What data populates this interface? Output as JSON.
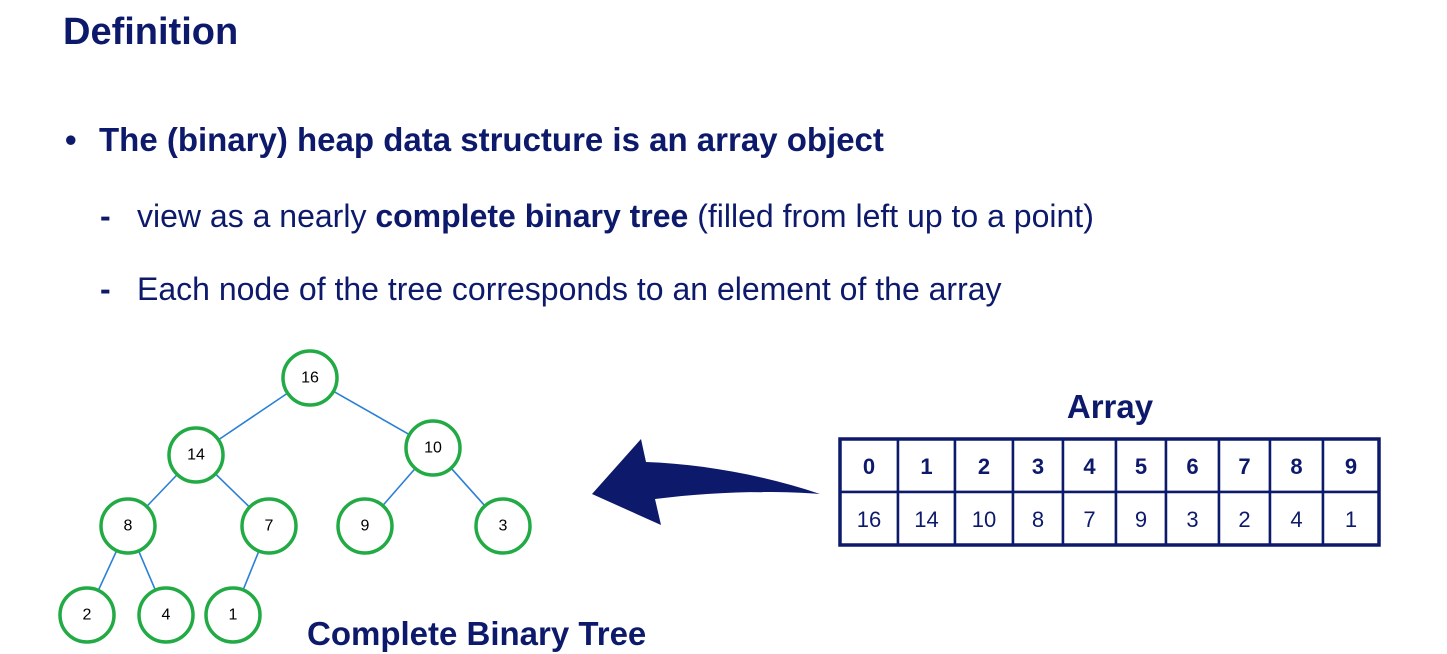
{
  "slide": {
    "heading": "Definition",
    "bullet": {
      "marker": "•",
      "text": "The (binary) heap data structure is an array object"
    },
    "sub_bullets": [
      {
        "marker": "-",
        "text_before": "view as a nearly ",
        "text_bold": "complete binary tree",
        "text_after": " (filled from left up to a point)"
      },
      {
        "marker": "-",
        "text": "Each node of the tree corresponds to an element of the array"
      }
    ]
  },
  "tree": {
    "caption": "Complete Binary Tree",
    "node_color": "#22aa44",
    "edge_color": "#2a7fd6",
    "nodes": [
      "16",
      "14",
      "10",
      "8",
      "7",
      "9",
      "3",
      "2",
      "4",
      "1"
    ],
    "edges": [
      [
        0,
        1
      ],
      [
        0,
        2
      ],
      [
        1,
        3
      ],
      [
        1,
        4
      ],
      [
        2,
        5
      ],
      [
        2,
        6
      ],
      [
        3,
        7
      ],
      [
        3,
        8
      ],
      [
        4,
        9
      ]
    ]
  },
  "array": {
    "title": "Array",
    "indices": [
      "0",
      "1",
      "2",
      "3",
      "4",
      "5",
      "6",
      "7",
      "8",
      "9"
    ],
    "values": [
      "16",
      "14",
      "10",
      "8",
      "7",
      "9",
      "3",
      "2",
      "4",
      "1"
    ],
    "border_color": "#0d1a6b"
  },
  "arrow": {
    "direction": "left",
    "color": "#0d1a6b"
  }
}
